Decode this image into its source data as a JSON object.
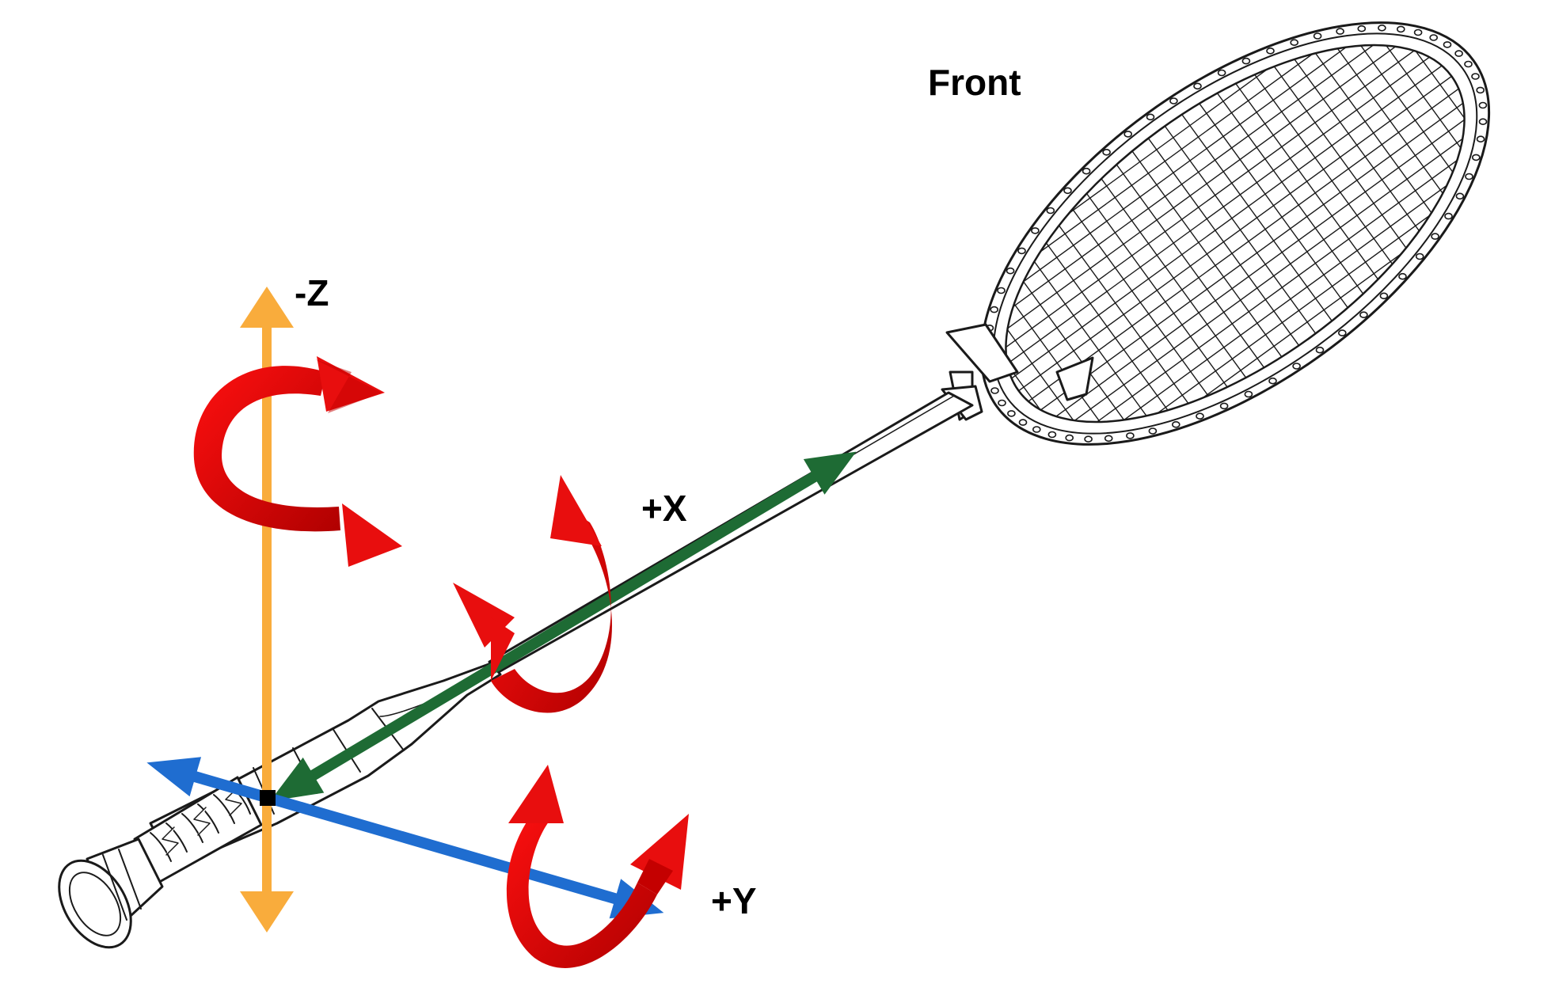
{
  "labels": {
    "front": "Front",
    "neg_z": "-Z",
    "pos_x": "+X",
    "pos_y": "+Y"
  },
  "colors": {
    "z_axis": "#F9AC3C",
    "x_axis": "#1E6B34",
    "y_axis": "#1F6DD0",
    "rotation": "#E80E0E",
    "origin": "#000000",
    "racket": "#1a1a1a"
  }
}
